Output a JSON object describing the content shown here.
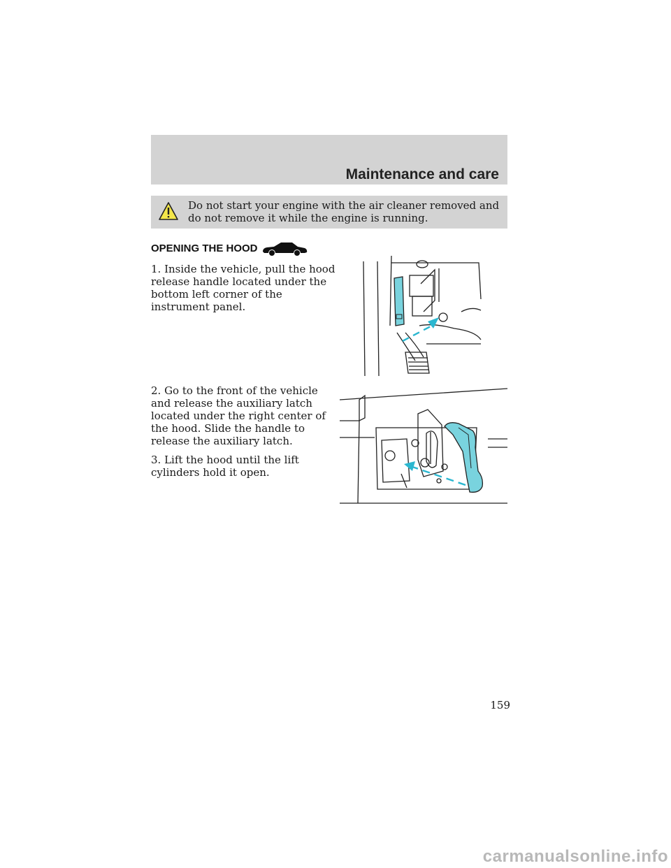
{
  "header": {
    "title": "Maintenance and care"
  },
  "warning": {
    "icon": "warning-triangle-icon",
    "text": "Do not start your engine with the air cleaner removed and do not remove it while the engine is running."
  },
  "section": {
    "heading": "OPENING THE HOOD",
    "heading_icon": "car-icon"
  },
  "steps": [
    {
      "text": "1. Inside the vehicle, pull the hood release handle located under the bottom left corner of the instrument panel."
    },
    {
      "text": "2. Go to the front of the vehicle and release the auxiliary latch located under the right center of the hood. Slide the handle to release the auxiliary latch."
    },
    {
      "text": "3. Lift the hood until the lift cylinders hold it open."
    }
  ],
  "illustrations": [
    {
      "name": "hood-release-handle-illustration",
      "highlight_color": "#79d3de"
    },
    {
      "name": "auxiliary-latch-illustration",
      "highlight_color": "#79d3de"
    }
  ],
  "page_number": "159",
  "watermark": "carmanualsonline.info"
}
